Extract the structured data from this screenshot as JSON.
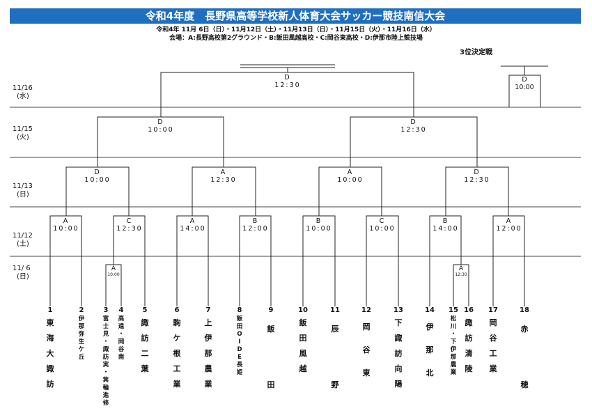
{
  "header": {
    "title": "令和4年度　長野県高等学校新人体育大会サッカー競技南信大会",
    "schedule": "令和4年 11月 6日（日）・11月12日（土）・11月13日（日）・11月15日（火）・11月16日（水）",
    "venues": "会場：A:長野高校第2グラウンド・B:飯田風越高校・C:岡谷東高校・D:伊那市陸上競技場",
    "third_place": "3位決定戦"
  },
  "rounds": [
    {
      "date": "11/16",
      "dow": "(水)"
    },
    {
      "date": "11/15",
      "dow": "(火)"
    },
    {
      "date": "11/13",
      "dow": "(日)"
    },
    {
      "date": "11/12",
      "dow": "(土)"
    },
    {
      "date": "11/ 6",
      "dow": "(日)"
    }
  ],
  "matches": {
    "final": {
      "venue": "D",
      "time": "12:30"
    },
    "third": {
      "venue": "D",
      "time": "10:00"
    },
    "sf": [
      {
        "venue": "D",
        "time": "10:00"
      },
      {
        "venue": "D",
        "time": "12:30"
      }
    ],
    "qf": [
      {
        "venue": "D",
        "time": "10:00"
      },
      {
        "venue": "A",
        "time": "12:30"
      },
      {
        "venue": "A",
        "time": "10:00"
      },
      {
        "venue": "D",
        "time": "12:30"
      }
    ],
    "r1": [
      {
        "venue": "A",
        "time": "10:00"
      },
      {
        "venue": "C",
        "time": "12:30"
      },
      {
        "venue": "A",
        "time": "14:00"
      },
      {
        "venue": "B",
        "time": "12:00"
      },
      {
        "venue": "B",
        "time": "10:00"
      },
      {
        "venue": "C",
        "time": "10:00"
      },
      {
        "venue": "B",
        "time": "14:00"
      },
      {
        "venue": "A",
        "time": "12:00"
      }
    ],
    "pre": [
      {
        "venue": "A",
        "time": "10:00"
      },
      {
        "venue": "A",
        "time": "12:30"
      }
    ]
  },
  "teams": [
    {
      "seed": "1",
      "name": "東海大諏訪"
    },
    {
      "seed": "2",
      "name": "伊那弥生ケ丘"
    },
    {
      "seed": "3",
      "name": "富士見・諏訪実・箕輪進修"
    },
    {
      "seed": "4",
      "name": "高遠・岡谷南"
    },
    {
      "seed": "5",
      "name": "諏訪二葉"
    },
    {
      "seed": "6",
      "name": "駒ケ根工業"
    },
    {
      "seed": "7",
      "name": "上伊那農業"
    },
    {
      "seed": "8",
      "name": "飯田OIDE長姫"
    },
    {
      "seed": "9",
      "name": "飯田"
    },
    {
      "seed": "10",
      "name": "飯田風越"
    },
    {
      "seed": "11",
      "name": "辰野"
    },
    {
      "seed": "12",
      "name": "岡谷東"
    },
    {
      "seed": "13",
      "name": "下諏訪向陽"
    },
    {
      "seed": "14",
      "name": "伊那北"
    },
    {
      "seed": "15",
      "name": "松川・下伊那農業"
    },
    {
      "seed": "16",
      "name": "諏訪清陵"
    },
    {
      "seed": "17",
      "name": "岡谷工業"
    },
    {
      "seed": "18",
      "name": "赤穂"
    }
  ]
}
